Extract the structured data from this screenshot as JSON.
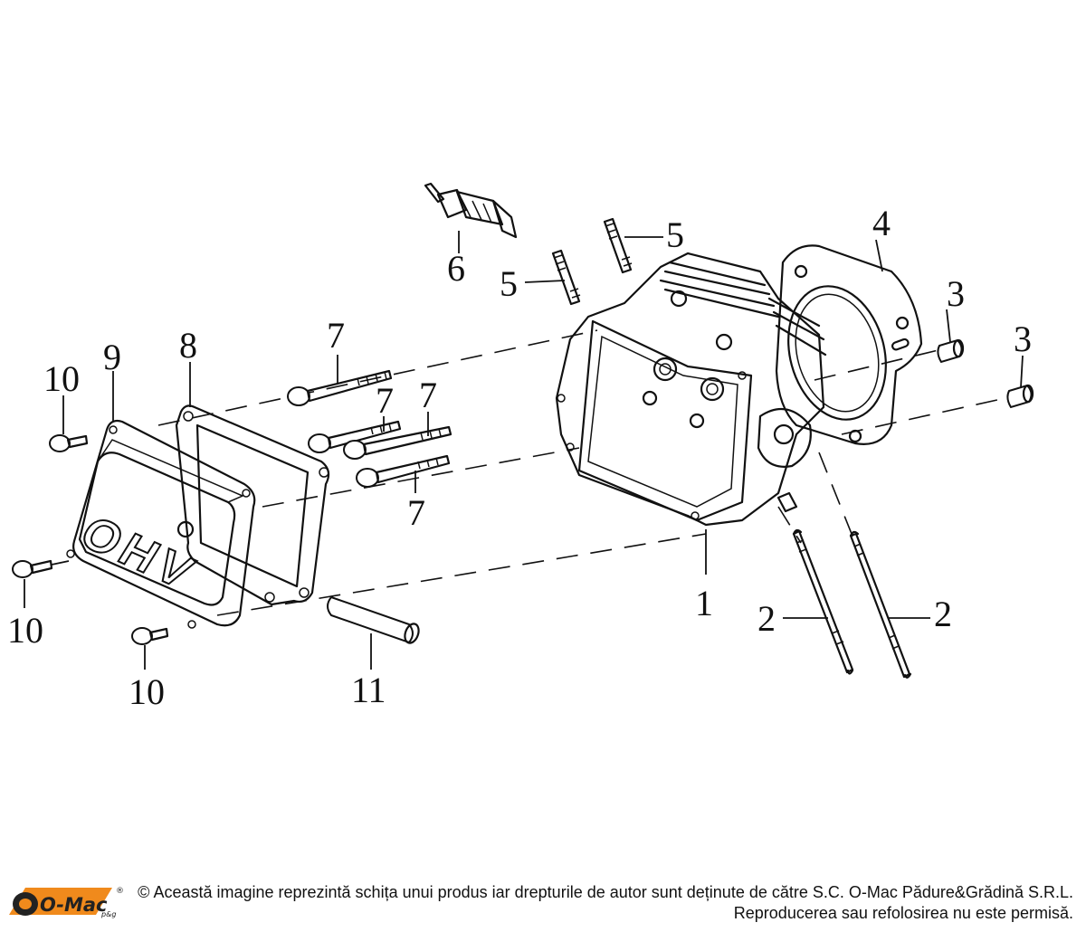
{
  "diagram": {
    "callouts": {
      "c1": "1",
      "c2a": "2",
      "c2b": "2",
      "c3a": "3",
      "c3b": "3",
      "c4": "4",
      "c5a": "5",
      "c5b": "5",
      "c6": "6",
      "c7a": "7",
      "c7b": "7",
      "c7c": "7",
      "c7d": "7",
      "c8": "8",
      "c9": "9",
      "c10a": "10",
      "c10b": "10",
      "c10c": "10",
      "c11": "11"
    },
    "cover_embossing": "OHV"
  },
  "footer": {
    "logo_text": "O-Mac",
    "logo_sub": "p&g",
    "logo_mark": "®",
    "notice_line1": "© Această imagine reprezintă schița unui produs iar drepturile de autor sunt deținute de către S.C. O-Mac Pădure&Grădină S.R.L.",
    "notice_line2": "Reproducerea sau refolosirea nu este permisă."
  },
  "colors": {
    "ink": "#111111",
    "logo_orange": "#f08a1c",
    "logo_dark": "#222222"
  }
}
